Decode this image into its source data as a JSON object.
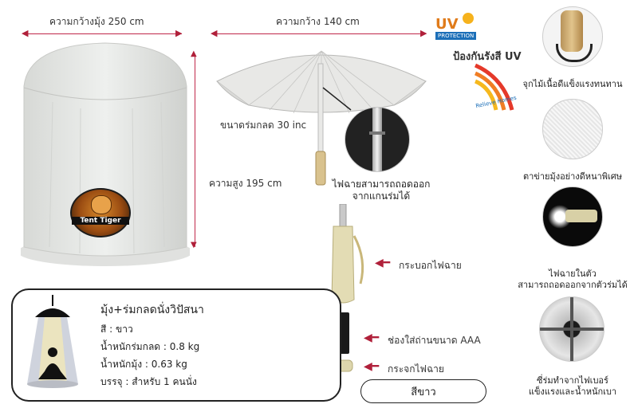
{
  "dimensions": {
    "net_width": "ความกว้างมุ้ง 250 cm",
    "umbrella_width": "ความกว้าง 140 cm",
    "folded_size": "ขนาดร่มกลด  30 inc",
    "height": "ความสูง 195 cm"
  },
  "logo": {
    "text": "Tent Tiger"
  },
  "uv": {
    "badge_top": "UV",
    "badge_bottom": "PROTECTION",
    "title": "ป้องกันรังสี UV",
    "wave_text": "Relieve Homes"
  },
  "callouts": {
    "flashlight_pole": [
      "ไฟฉายสามารถถอดออก",
      "จากแกนร่มได้"
    ],
    "flashlight_tube": "กระบอกไฟฉาย",
    "battery_slot": "ช่องใส่ถ่านขนาด  AAA",
    "lens": "กระจกไฟฉาย"
  },
  "features": [
    {
      "caption": [
        "จุกไม้เนื้อดีแข็งแรงทนทาน"
      ]
    },
    {
      "caption": [
        "ตาข่ายมุ้งอย่างดีหนาพิเศษ"
      ]
    },
    {
      "caption": [
        "ไฟฉายในตัว",
        "สามารถถอดออกจากตัวร่มได้"
      ]
    },
    {
      "caption": [
        "ซี่ร่มทำจากไฟเบอร์",
        "แข็งแรงและน้ำหนักเบา"
      ]
    }
  ],
  "info": {
    "title": "มุ้ง+ร่มกลดนั่งวิปัสนา",
    "color": "สี : ขาว",
    "umbrella_weight": "น้ำหนักร่มกลด : 0.8 kg",
    "net_weight": "น้ำหนักมุ้ง : 0.63 kg",
    "capacity": "บรรจุ : สำหรับ 1 คนนั่ง"
  },
  "color_pill": "สีขาว"
}
